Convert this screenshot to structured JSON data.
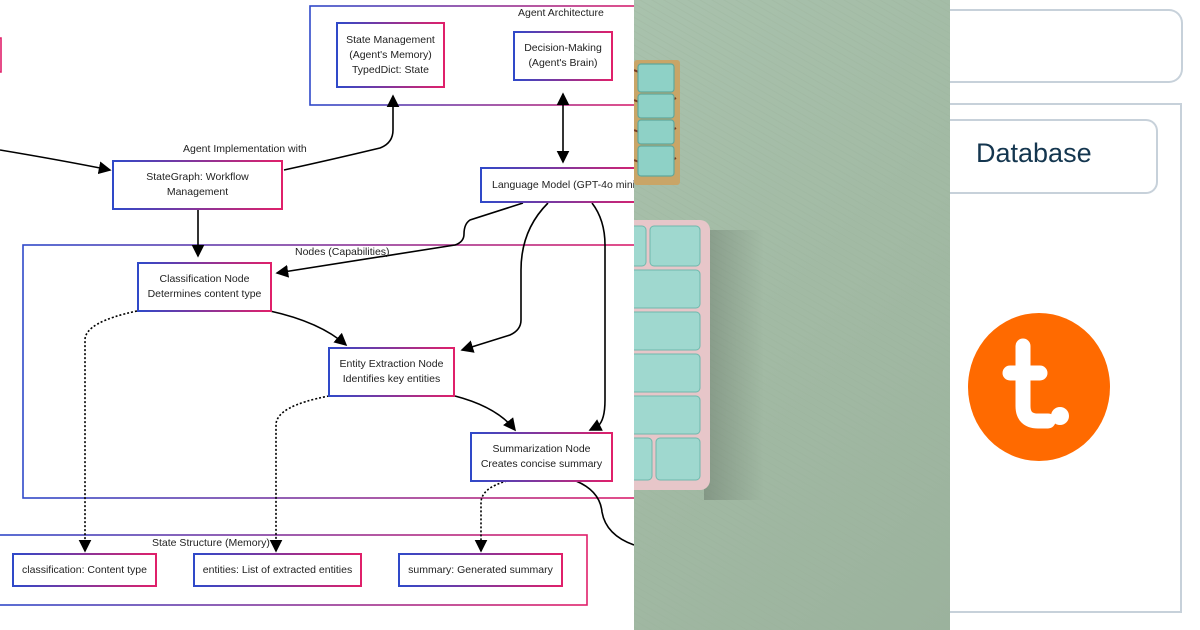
{
  "diagram": {
    "groups": {
      "architecture": "Agent Architecture",
      "implementation": "Agent Implementation with",
      "nodes": "Nodes (Capabilities)",
      "state": "State Structure (Memory)"
    },
    "nodes": {
      "state_management": [
        "State Management",
        "(Agent's Memory)",
        "TypedDict: State"
      ],
      "decision_making": [
        "Decision-Making",
        "(Agent's Brain)"
      ],
      "stategraph": [
        "StateGraph: Workflow",
        "Management"
      ],
      "language_model": [
        "Language Model (GPT-4o mini"
      ],
      "classification": [
        "Classification Node",
        "Determines content type"
      ],
      "entity_extraction": [
        "Entity Extraction Node",
        "Identifies key entities"
      ],
      "summarization": [
        "Summarization Node",
        "Creates concise summary"
      ],
      "classification_field": [
        "classification: Content type"
      ],
      "entities_field": [
        "entities: List of extracted entities"
      ],
      "summary_field": [
        "summary: Generated summary"
      ]
    },
    "colors": {
      "gradient_start": "#2f49c9",
      "gradient_end": "#e0206a",
      "edge": "#000000"
    }
  },
  "photo": {
    "subject": "mint keyboard keycaps on sage green background",
    "colors": {
      "background": "#a2baa4",
      "keycap": "#9fd8cf",
      "case": "#e7c6c9"
    }
  },
  "panel": {
    "database_label": "Database",
    "logo_letter": "t.",
    "logo_color": "#ff6a00"
  }
}
